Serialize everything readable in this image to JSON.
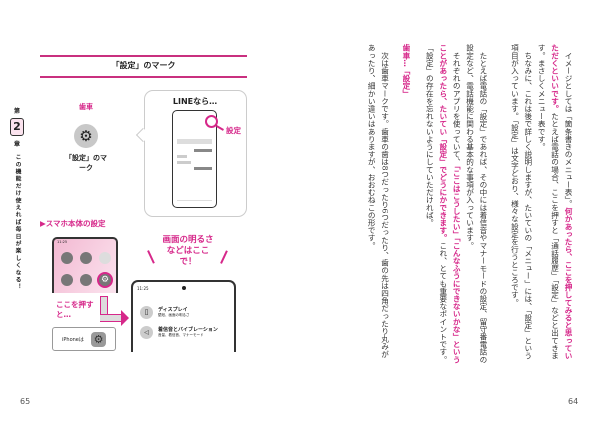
{
  "left_page": {
    "page_number": "65",
    "chapter_tab": {
      "prefix": "第",
      "number": "2",
      "suffix": "章",
      "title": "この機能だけ使えれば毎日が楽しくなる！"
    },
    "box_title": "「設定」のマーク",
    "gear": {
      "label": "歯車",
      "caption": "「設定」のマーク"
    },
    "line_bubble": {
      "title": "LINEなら…",
      "callout": "設定"
    },
    "device_section": {
      "heading": "スマホ本体の設定",
      "status_time": "11:25",
      "press_hint": "ここを押すと…",
      "iphone_note": "iPhoneは",
      "brightness_note": "画面の明るさなどはここで！",
      "settings_items": [
        {
          "title": "ディスプレイ",
          "subtitle": "壁紙、画面の明るさ"
        },
        {
          "title": "着信音とバイブレーション",
          "subtitle": "音量、着信音、マナーモード"
        }
      ]
    }
  },
  "right_page": {
    "page_number": "64",
    "p1": {
      "a": "イメージとしては「箇条書きのメニュー表」。",
      "em": "何かあったら、ここを押してみると思っていただくといいです。",
      "b": "たとえば電話の場合、ここを押すと「通話履歴」「設定」などと出てきます。まさしくメニュー表です。"
    },
    "p2": "ちなみに、これは後で詳しく説明しますが、たいていの「メニュー」には、「設定」という項目が入っています。「設定」は文字どおり、様々な設定を行うところです。",
    "p3": "たとえば電話の「設定」であれば、その中には着信音やマナーモードの設定、留守番電話の設定など、電話機能に関わる基本的な事項が入っています。",
    "p4": {
      "a": "それぞれのアプリを使っていて、",
      "em": "「ここはこうしたい」「こんなふうにできないかな」ということがあったら、たいてい「設定」でどうにかできます。",
      "b": "これ、とても重要なポイントです。「設定」の存在を忘れないようにしていただければ。"
    },
    "heading": "歯車…「設定」",
    "p5": "次は歯車マークです。歯車の歯は8つだったり6つだったり、歯の先は四角だったり丸みがあったり、細かい違いはありますが、おおむねこの形です。"
  },
  "colors": {
    "accent": "#d6288a",
    "home_bg": "#f6c9dc"
  }
}
